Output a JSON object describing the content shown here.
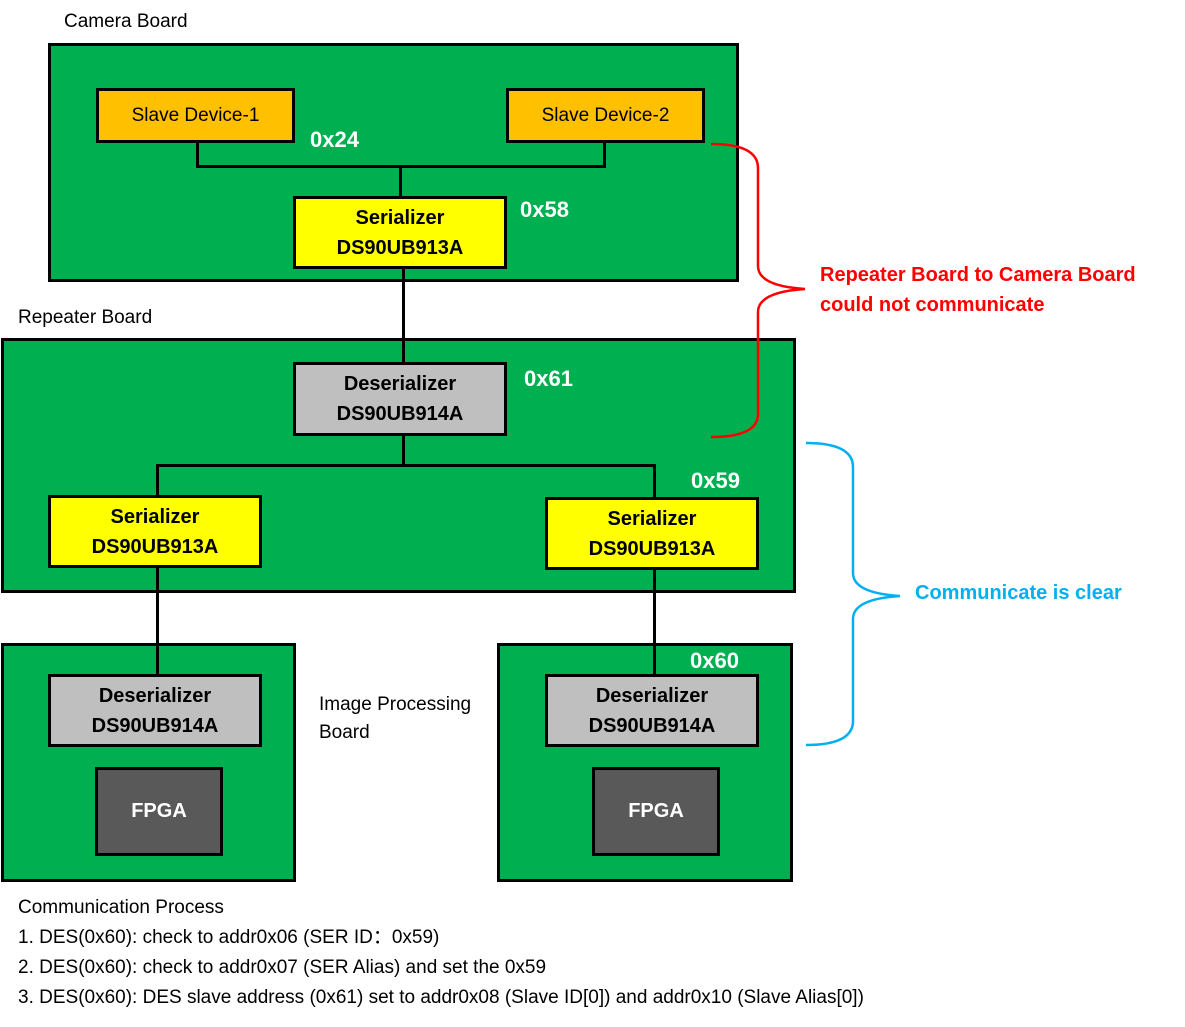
{
  "colors": {
    "board": "#00b050",
    "slave": "#ffc000",
    "serializer": "#ffff00",
    "deserializer": "#bfbfbf",
    "fpga": "#595959",
    "error_note": "#ff0000",
    "ok_note": "#00b0f0"
  },
  "camera_board": {
    "label": "Camera Board",
    "slave1": "Slave Device-1",
    "slave2": "Slave Device-2",
    "slave_addr": "0x24",
    "serializer": {
      "title": "Serializer",
      "part": "DS90UB913A",
      "addr": "0x58"
    }
  },
  "repeater_board": {
    "label": "Repeater Board",
    "deserializer": {
      "title": "Deserializer",
      "part": "DS90UB914A",
      "addr": "0x61"
    },
    "serializer_left": {
      "title": "Serializer",
      "part": "DS90UB913A"
    },
    "serializer_right": {
      "title": "Serializer",
      "part": "DS90UB913A",
      "addr": "0x59"
    }
  },
  "image_boards": {
    "label_line1": "Image Processing",
    "label_line2": "Board",
    "left": {
      "title": "Deserializer",
      "part": "DS90UB914A",
      "fpga": "FPGA"
    },
    "right": {
      "title": "Deserializer",
      "part": "DS90UB914A",
      "addr": "0x60",
      "fpga": "FPGA"
    }
  },
  "notes": {
    "error_line1": "Repeater Board to Camera Board",
    "error_line2": "could not communicate",
    "ok": "Communicate is clear"
  },
  "process": {
    "title": "Communication Process",
    "steps": [
      "1. DES(0x60): check to addr0x06 (SER ID：0x59)",
      "2. DES(0x60): check to addr0x07 (SER Alias) and set the 0x59",
      "3. DES(0x60): DES slave address (0x61) set to addr0x08 (Slave ID[0]) and addr0x10 (Slave Alias[0])"
    ]
  }
}
